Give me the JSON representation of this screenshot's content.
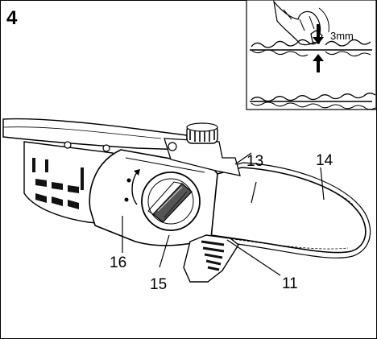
{
  "figure": {
    "number": "4"
  },
  "inset": {
    "gap_label": "3mm"
  },
  "callouts": {
    "c11": "11",
    "c13": "13",
    "c14": "14",
    "c15": "15",
    "c16": "16"
  }
}
